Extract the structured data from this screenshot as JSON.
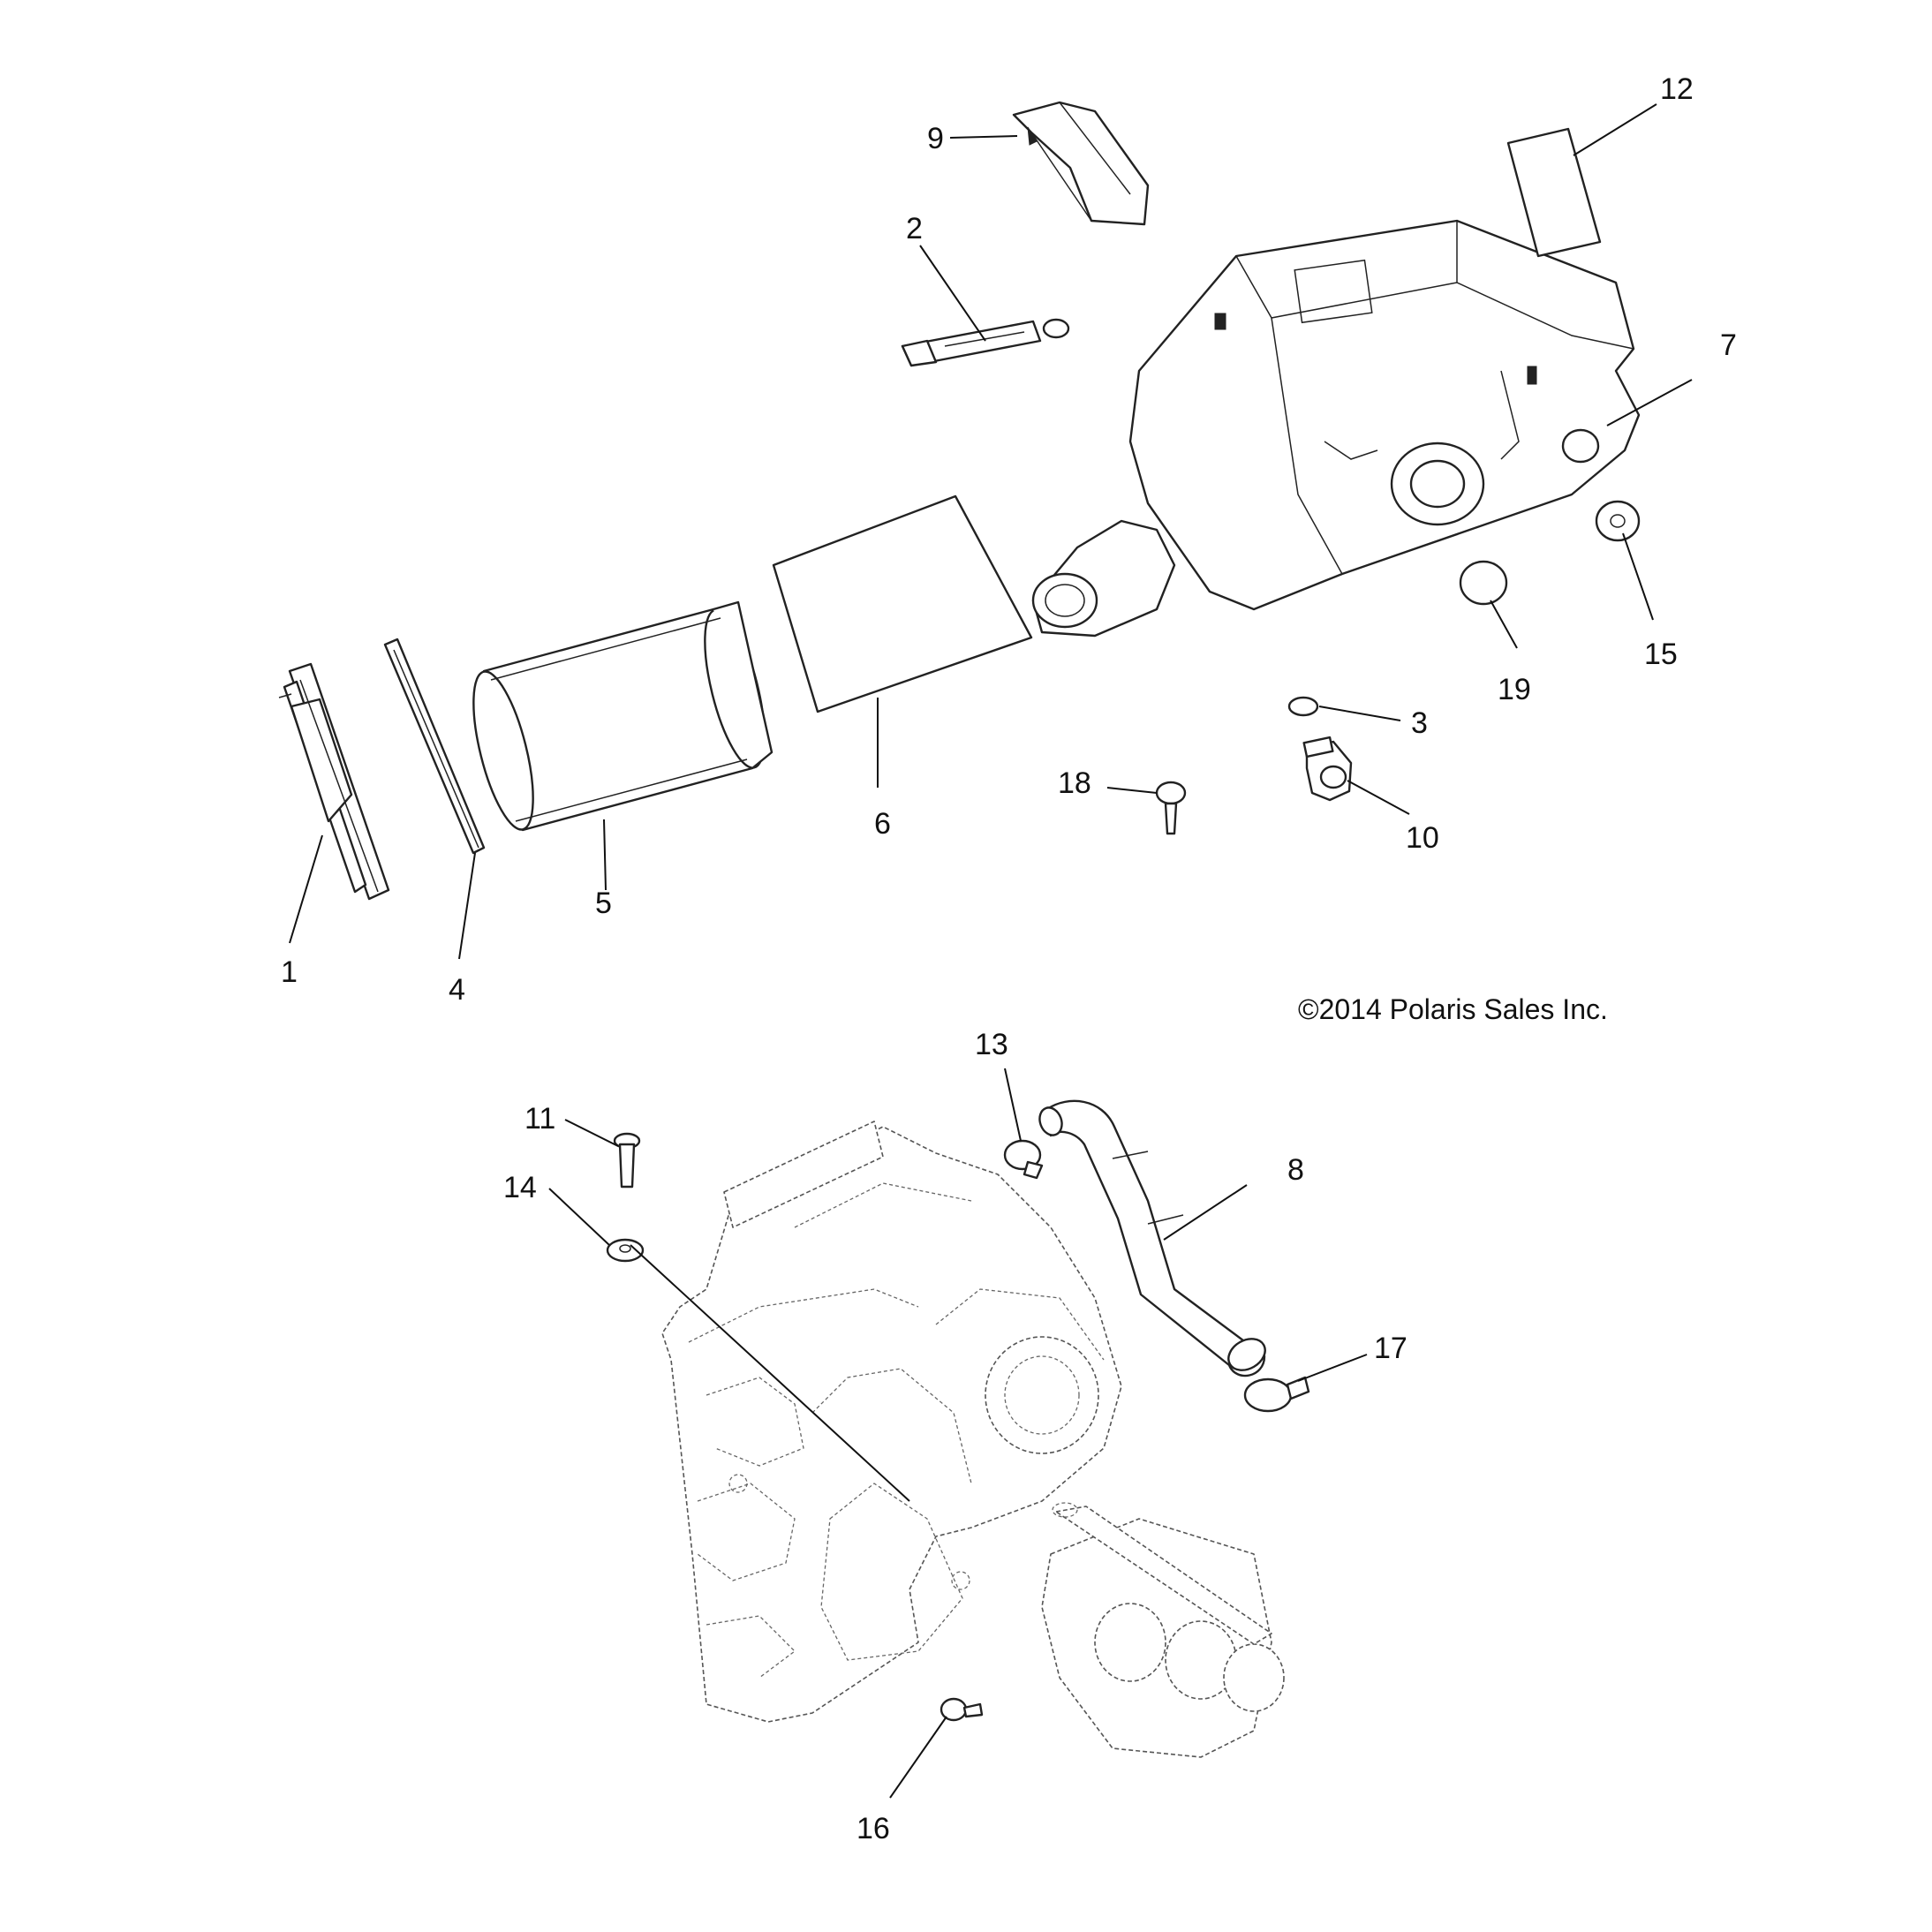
{
  "diagram": {
    "copyright": "©2014 Polaris Sales Inc.",
    "callouts": [
      "1",
      "2",
      "3",
      "4",
      "5",
      "6",
      "7",
      "8",
      "9",
      "10",
      "11",
      "12",
      "13",
      "14",
      "15",
      "16",
      "17",
      "18",
      "19"
    ]
  }
}
